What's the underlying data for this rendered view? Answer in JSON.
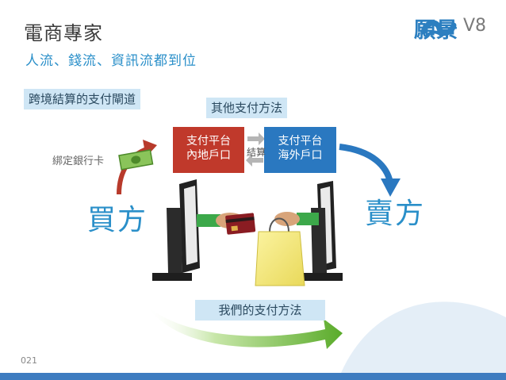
{
  "header": {
    "title": "電商專家",
    "subtitle": "人流、錢流、資訊流都到位",
    "logo_text": "願景",
    "logo_version": "V8"
  },
  "diagram": {
    "cross_border_tag": "跨境結算的支付閘道",
    "other_methods_tag": "其他支付方法",
    "our_method_tag": "我們的支付方法",
    "domestic_platform": {
      "line1": "支付平台",
      "line2": "內地戶口"
    },
    "overseas_platform": {
      "line1": "支付平台",
      "line2": "海外戶口"
    },
    "settlement_label": "結算",
    "bank_card_label": "綁定銀行卡",
    "buyer_label": "買方",
    "seller_label": "賣方"
  },
  "footer": {
    "page_number": "021"
  },
  "colors": {
    "accent_blue": "#2a8fc9",
    "domestic_red": "#c0392b",
    "overseas_blue": "#2a78c0",
    "tag_bg": "#cfe6f5",
    "arrow_green": "#6bb63a",
    "arrow_red": "#b83a2b",
    "footer_blue": "#3e7cc0"
  },
  "icons": [
    "wave-logo-icon",
    "banknote-icon",
    "credit-card-icon",
    "shopping-bag-icon",
    "monitor-icon",
    "hand-icon"
  ]
}
